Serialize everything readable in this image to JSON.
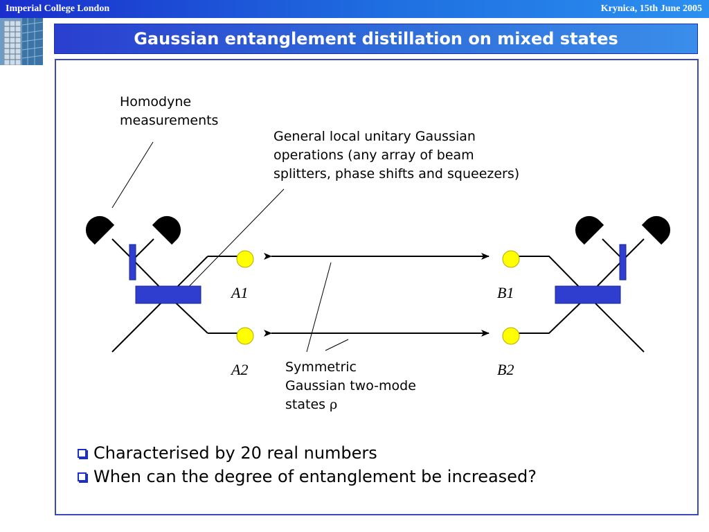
{
  "header": {
    "institution": "Imperial College London",
    "event": "Krynica, 15th June 2005"
  },
  "slide": {
    "title": "Gaussian entanglement distillation on mixed states"
  },
  "diagram": {
    "homodyne_label": [
      "Homodyne",
      "measurements"
    ],
    "unitary_label": [
      "General local unitary Gaussian",
      "operations (any array of beam",
      "splitters, phase shifts and squeezers)"
    ],
    "states_label": [
      "Symmetric",
      "Gaussian two-mode",
      "states"
    ],
    "states_symbol": "ρ",
    "modes": {
      "a1": "A1",
      "b1": "B1",
      "a2": "A2",
      "b2": "B2"
    },
    "colors": {
      "beam_splitter": "#2f3ecf",
      "phase_plate": "#2f3ecf",
      "mode_dot": "#ffff00",
      "detector": "#000000"
    }
  },
  "bullets": [
    "Characterised by 20 real numbers",
    "When can the degree of entanglement be increased?"
  ]
}
